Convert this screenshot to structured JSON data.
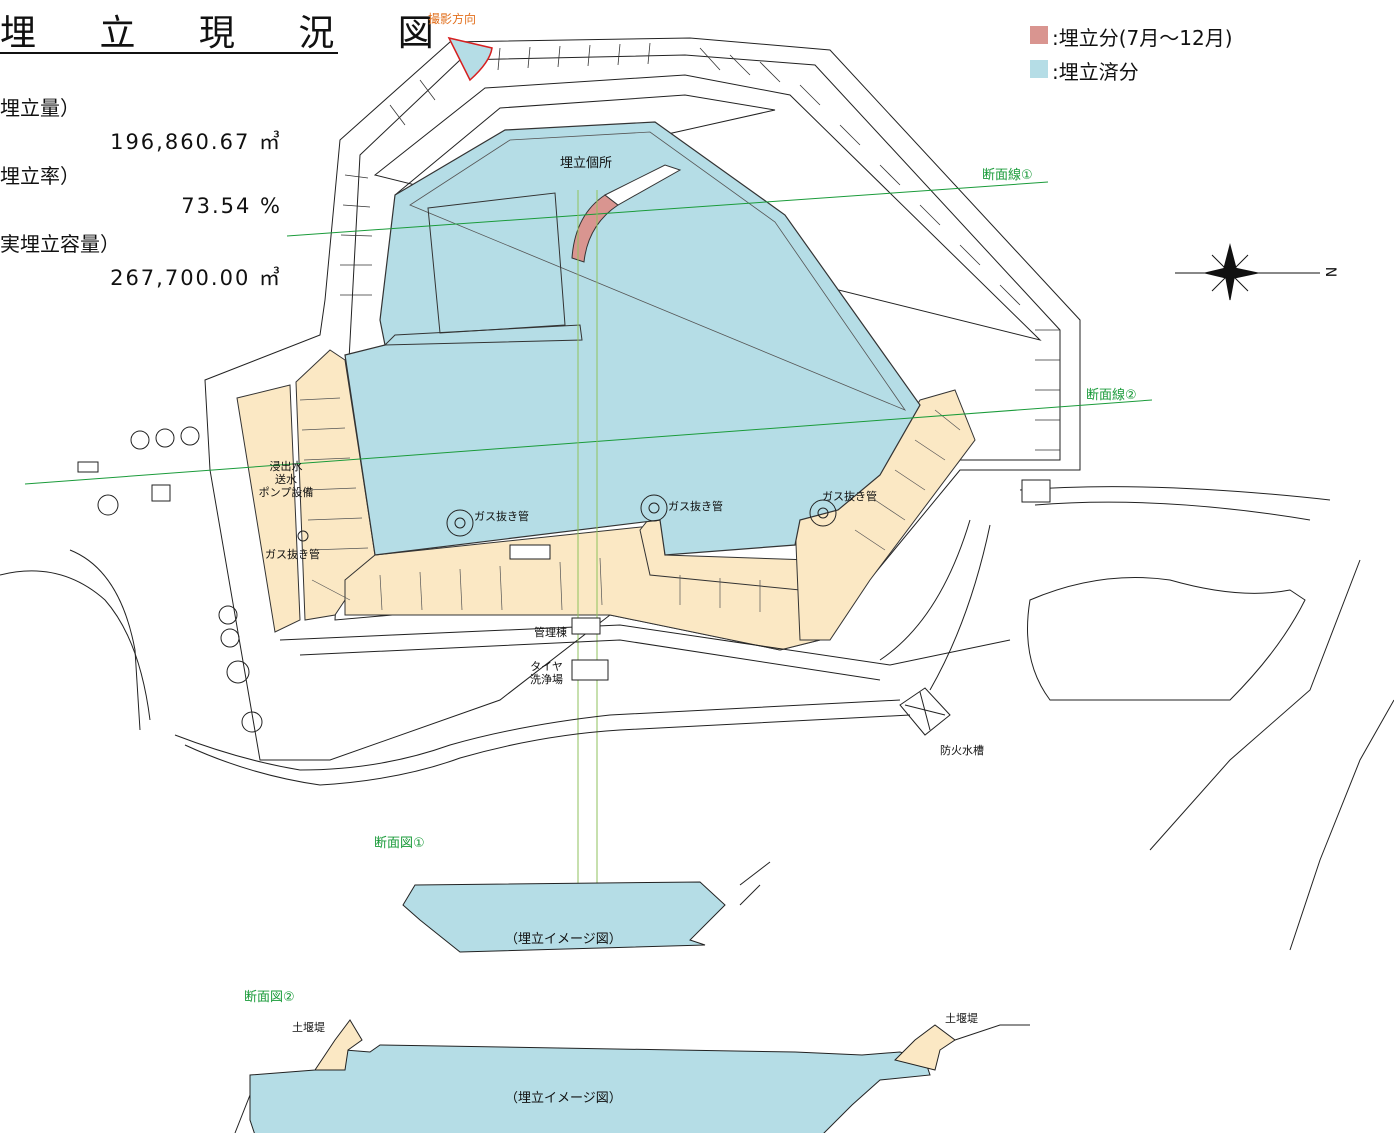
{
  "title": "埋 立 現 況 図",
  "stats": [
    {
      "label": "埋立量）",
      "value": "196,860.67 ㎥"
    },
    {
      "label": "埋立率）",
      "value": "73.54 %"
    },
    {
      "label": "実埋立容量）",
      "value": "267,700.00 ㎥"
    }
  ],
  "legend": [
    {
      "label": ":埋立分(7月～12月)",
      "color": "#d99590"
    },
    {
      "label": ":埋立済分",
      "color": "#b5dde6"
    }
  ],
  "map_labels": {
    "photo_direction": "撮影方向",
    "landfill_site": "埋立個所",
    "section_line_1": "断面線①",
    "section_line_2": "断面線②",
    "leachate": "浸出水\n送水\nポンプ設備",
    "gas_vent_left": "ガス抜き管",
    "gas_vent_1": "ガス抜き管",
    "gas_vent_2": "ガス抜き管",
    "gas_vent_3": "ガス抜き管",
    "admin_building": "管理棟",
    "tire_wash": "タイヤ\n洗浄場",
    "fire_tank": "防火水槽",
    "compass_letter": "N"
  },
  "section_1": {
    "title": "断面図①",
    "caption": "（埋立イメージ図）"
  },
  "section_2": {
    "title": "断面図②",
    "caption": "（埋立イメージ図）",
    "embankment_left": "土堰堤",
    "embankment_right": "土堰堤"
  },
  "colors": {
    "filled": "#b5dde6",
    "recent": "#d99590",
    "embankment": "#fbe8c4",
    "section_line": "#1a9b3a",
    "photo": "#e2701e"
  }
}
